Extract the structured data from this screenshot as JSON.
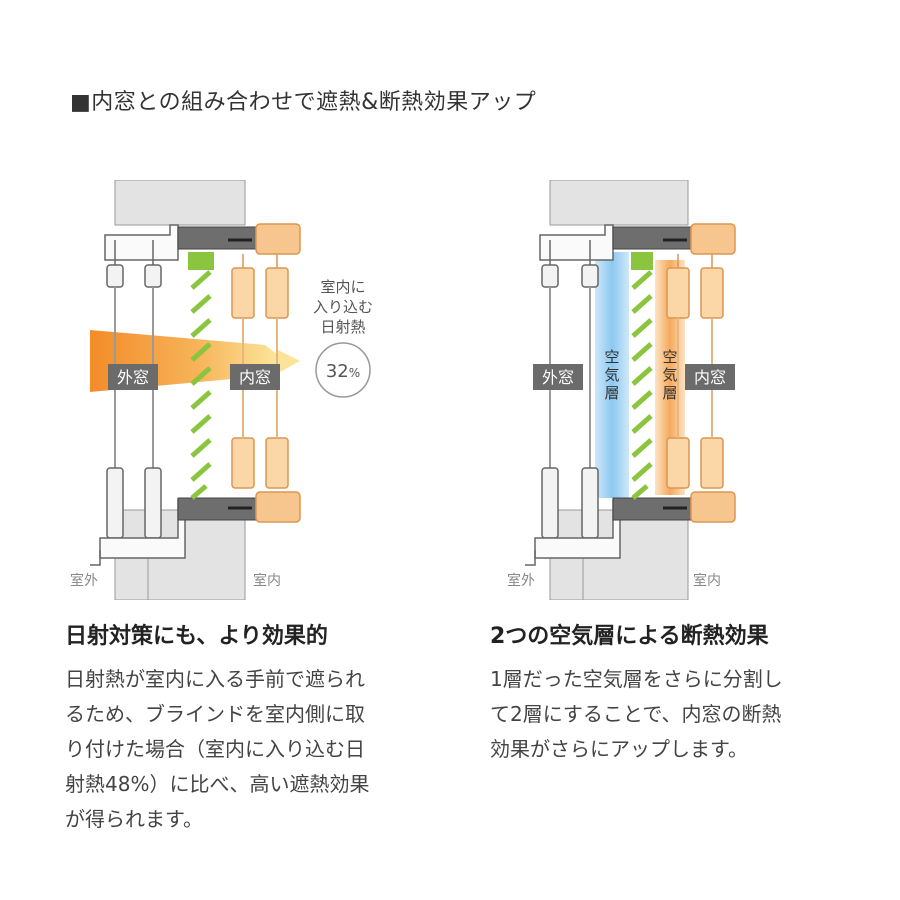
{
  "page": {
    "heading": "■内窓との組み合わせで遮熱&断熱効果アップ"
  },
  "left": {
    "label_outer_window": "外窓",
    "label_inner_window": "内窓",
    "label_outside": "室外",
    "label_inside": "室内",
    "callout_lines": [
      "室内に",
      "入り込む",
      "日射熱"
    ],
    "percent_value": "32",
    "percent_unit": "%",
    "title": "日射対策にも、より効果的",
    "body_lines": [
      "日射熱が室内に入る手前で遮られ",
      "るため、ブラインドを室内側に取",
      "り付けた場合（室内に入り込む日",
      "射熱48%）に比べ、高い遮熱効果",
      "が得られます。"
    ]
  },
  "right": {
    "label_outer_window": "外窓",
    "label_inner_window": "内窓",
    "label_air_layer_1": [
      "空",
      "気",
      "層"
    ],
    "label_air_layer_2": [
      "空",
      "気",
      "層"
    ],
    "label_outside": "室外",
    "label_inside": "室内",
    "title": "2つの空気層による断熱効果",
    "body_lines": [
      "1層だった空気層をさらに分割し",
      "て2層にすることで、内窓の断熱",
      "効果がさらにアップします。"
    ]
  },
  "colors": {
    "wall": "#e2e2e2",
    "frame_dark": "#6e6e6e",
    "inner_frame": "#f7c68f",
    "inner_frame_stroke": "#dc9550",
    "blind_green": "#8bc53f",
    "heat_orange": "#f28c28",
    "heat_yellow": "#fde39a",
    "air_blue": "#a9d6f5",
    "air_orange": "#f6b26b",
    "label_bg": "#6b6b6b"
  }
}
